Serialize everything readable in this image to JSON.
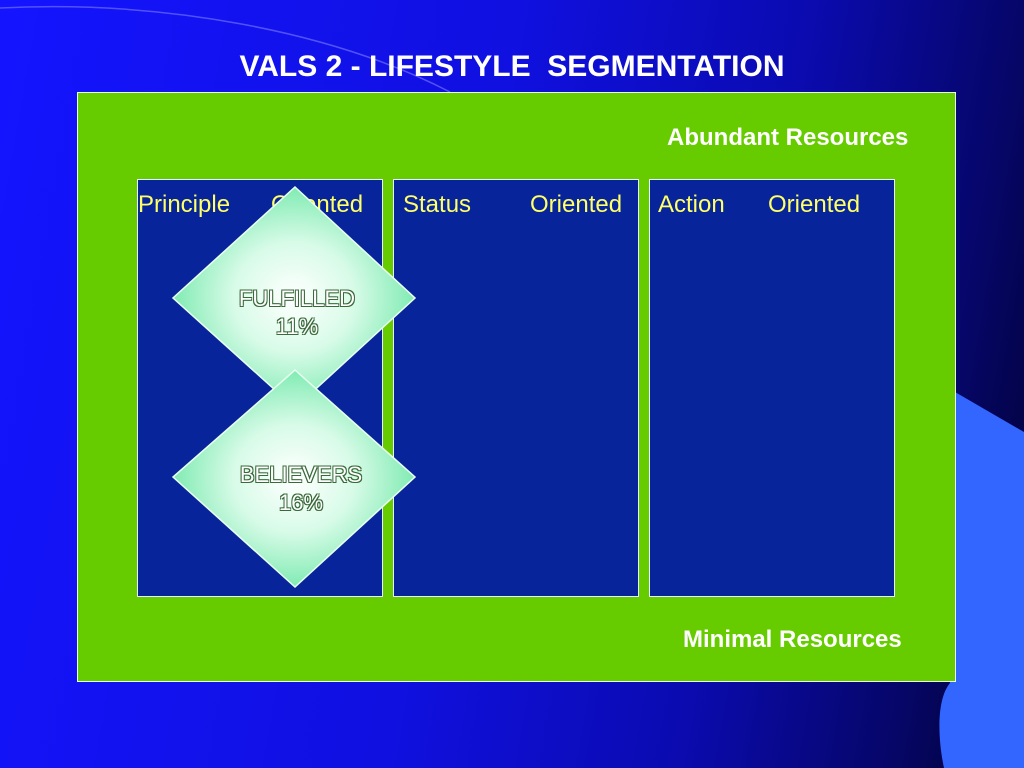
{
  "slide": {
    "title": "VALS 2 - LIFESTYLE  SEGMENTATION",
    "top_resource_label": "Abundant Resources",
    "bottom_resource_label": "Minimal Resources"
  },
  "columns": [
    {
      "left_label": "Principle",
      "right_label": "Oriented"
    },
    {
      "left_label": "Status",
      "right_label": "Oriented"
    },
    {
      "left_label": "Action",
      "right_label": "Oriented"
    }
  ],
  "segments": [
    {
      "name": "FULFILLED",
      "percent": "11%"
    },
    {
      "name": "BELIEVERS",
      "percent": "16%"
    }
  ],
  "colors": {
    "background": "#1414ff",
    "panel": "#66cc00",
    "column": "#08249a",
    "column_label": "#ffff66",
    "diamond": "#7fefb0",
    "accent_shape": "#3366ff"
  }
}
